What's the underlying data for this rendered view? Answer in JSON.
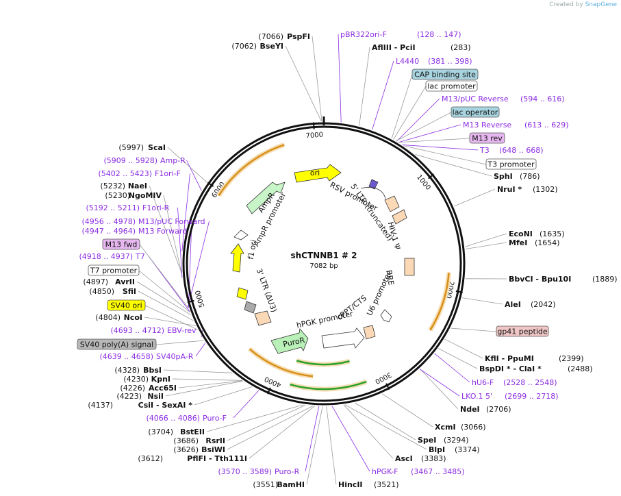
{
  "credit": {
    "prefix": "Created by",
    "brand": "SnapGene"
  },
  "plasmid": {
    "name": "shCTNNB1 # 2",
    "length": "7082 bp",
    "total_bp": 7082
  },
  "ticks": [
    {
      "bp": 1000,
      "label": "1000"
    },
    {
      "bp": 2000,
      "label": "2000"
    },
    {
      "bp": 3000,
      "label": "3000"
    },
    {
      "bp": 4000,
      "label": "4000"
    },
    {
      "bp": 5000,
      "label": "5000"
    },
    {
      "bp": 6000,
      "label": "6000"
    },
    {
      "bp": 7000,
      "label": "7000"
    }
  ],
  "left_sites": [
    {
      "pos": "(7066)",
      "name": "PspFI",
      "bp": 7066
    },
    {
      "pos": "(7062)",
      "name": "BseYI",
      "bp": 7062
    },
    {
      "pos": "(5997)",
      "name": "ScaI",
      "bp": 5997
    },
    {
      "pos": "(5232)",
      "name": "NaeI",
      "bp": 5232
    },
    {
      "pos": "(5230)",
      "name": "NgoMIV",
      "bp": 5230
    },
    {
      "pos": "(4897)",
      "name": "AvrII",
      "bp": 4897
    },
    {
      "pos": "(4850)",
      "name": "SfiI",
      "bp": 4850
    },
    {
      "pos": "(4804)",
      "name": "NcoI",
      "bp": 4804
    },
    {
      "pos": "(4328)",
      "name": "BbsI",
      "bp": 4328
    },
    {
      "pos": "(4230)",
      "name": "KpnI",
      "bp": 4230
    },
    {
      "pos": "(4226)",
      "name": "Acc65I",
      "bp": 4226
    },
    {
      "pos": "(4223)",
      "name": "NsiI",
      "bp": 4223
    },
    {
      "pos": "(4137)",
      "name": "CsiI   - SexAI *",
      "bp": 4137
    },
    {
      "pos": "(3704)",
      "name": "BstEII",
      "bp": 3704
    },
    {
      "pos": "(3686)",
      "name": "RsrII",
      "bp": 3686
    },
    {
      "pos": "(3626)",
      "name": "BsiWI",
      "bp": 3626
    },
    {
      "pos": "(3612)",
      "name": "PflFI   - Tth111I",
      "bp": 3612
    },
    {
      "pos": "(3551)",
      "name": "BamHI",
      "bp": 3551
    }
  ],
  "right_sites": [
    {
      "name": "AflIII   - PciI",
      "pos": "(283)",
      "bp": 283
    },
    {
      "name": "SphI",
      "pos": "(786)",
      "bp": 786
    },
    {
      "name": "NruI *",
      "pos": "(1302)",
      "bp": 1302
    },
    {
      "name": "EcoNI",
      "pos": "(1635)",
      "bp": 1635
    },
    {
      "name": "MfeI",
      "pos": "(1654)",
      "bp": 1654
    },
    {
      "name": "BbvCI   - Bpu10I",
      "pos": "(1889)",
      "bp": 1889
    },
    {
      "name": "AleI",
      "pos": "(2042)",
      "bp": 2042
    },
    {
      "name": "KflI   - PpuMI",
      "pos": "(2399)",
      "bp": 2399
    },
    {
      "name": "BspDI *  - ClaI *",
      "pos": "(2488)",
      "bp": 2488
    },
    {
      "name": "NdeI",
      "pos": "(2706)",
      "bp": 2706
    },
    {
      "name": "XcmI",
      "pos": "(3066)",
      "bp": 3066
    },
    {
      "name": "SpeI",
      "pos": "(3294)",
      "bp": 3294
    },
    {
      "name": "BlpI",
      "pos": "(3374)",
      "bp": 3374
    },
    {
      "name": "AscI",
      "pos": "(3383)",
      "bp": 3383
    },
    {
      "name": "HincII",
      "pos": "(3521)",
      "bp": 3521
    }
  ],
  "primers_left": [
    {
      "name": "Amp-R",
      "range": "(5909 .. 5928)",
      "bp": 5918
    },
    {
      "name": "F1ori-F",
      "range": "(5402 .. 5423)",
      "bp": 5412
    },
    {
      "name": "F1ori-R",
      "range": "(5192 .. 5211)",
      "bp": 5201
    },
    {
      "name": "M13/pUC Forward",
      "range": "(4956 .. 4978)",
      "bp": 4967
    },
    {
      "name": "M13 Forward",
      "range": "(4947 .. 4964)",
      "bp": 4955
    },
    {
      "name": "T7",
      "range": "(4918 .. 4937)",
      "bp": 4927
    },
    {
      "name": "EBV-rev",
      "range": "(4693 .. 4712)",
      "bp": 4702
    },
    {
      "name": "SV40pA-R",
      "range": "(4639 .. 4658)",
      "bp": 4648
    },
    {
      "name": "Puro-F",
      "range": "(4066 .. 4086)",
      "bp": 4076
    },
    {
      "name": "Puro-R",
      "range": "(3570 .. 3589)",
      "bp": 3580
    }
  ],
  "primers_right": [
    {
      "name": "pBR322ori-F",
      "range": "(128 .. 147)",
      "bp": 137
    },
    {
      "name": "L4440",
      "range": "(381 .. 398)",
      "bp": 390
    },
    {
      "name": "M13/pUC Reverse",
      "range": "(594 .. 616)",
      "bp": 605
    },
    {
      "name": "M13 Reverse",
      "range": "(613 .. 629)",
      "bp": 621
    },
    {
      "name": "T3",
      "range": "(648 .. 668)",
      "bp": 658
    },
    {
      "name": "hU6-F",
      "range": "(2528 .. 2548)",
      "bp": 2538
    },
    {
      "name": "LKO.1 5'",
      "range": "(2699 .. 2718)",
      "bp": 2708
    },
    {
      "name": "hPGK-F",
      "range": "(3467 .. 3485)",
      "bp": 3476
    }
  ],
  "boxed_features": [
    {
      "text": "CAP binding site",
      "fill": "#a8d4e0",
      "bp": 560
    },
    {
      "text": "lac promoter",
      "fill": "#ffffff",
      "bp": 575
    },
    {
      "text": "lac operator",
      "fill": "#a8d4e0",
      "bp": 600
    },
    {
      "text": "M13 rev",
      "fill": "#e7b8f0",
      "bp": 621
    },
    {
      "text": "T3 promoter",
      "fill": "#ffffff",
      "bp": 670
    },
    {
      "text": "gp41 peptide",
      "fill": "#f0c6c6",
      "bp": 2300
    },
    {
      "text": "M13 fwd",
      "fill": "#e7b8f0",
      "bp": 4955
    },
    {
      "text": "T7 promoter",
      "fill": "#ffffff",
      "bp": 4920
    },
    {
      "text": "SV40 ori",
      "fill": "#ffff00",
      "bp": 4770
    },
    {
      "text": "SV40 poly(A) signal",
      "fill": "#b8b8b8",
      "bp": 4670
    }
  ],
  "inner_features": [
    {
      "text": "ori",
      "fill": "#ffff00"
    },
    {
      "text": "AmpR"
    },
    {
      "text": "AmpR promoter"
    },
    {
      "text": "f1 ori"
    },
    {
      "text": "3' LTR (ΔU3)"
    },
    {
      "text": "RSV promoter"
    },
    {
      "text": "5' LTR (truncated)"
    },
    {
      "text": "HIV-1 Ψ"
    },
    {
      "text": "RRE"
    },
    {
      "text": "cPPT/CTS"
    },
    {
      "text": "U6 promoter"
    },
    {
      "text": "hPGK promoter"
    },
    {
      "text": "PuroR",
      "fill": "#b8f0b8"
    }
  ],
  "colors": {
    "primer": "#8a2be2",
    "orf_orange": "#d98f1a",
    "orf_green": "#2aa02a",
    "backbone": "#111111"
  }
}
